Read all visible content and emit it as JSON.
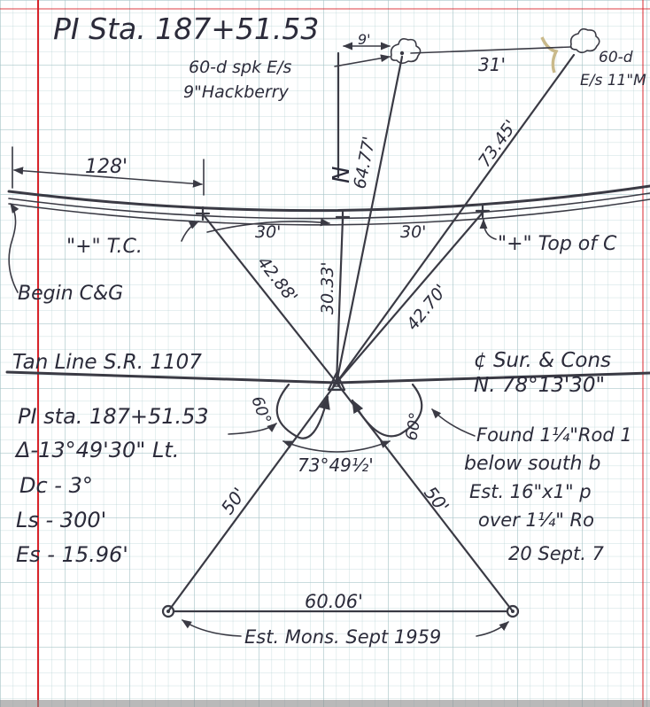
{
  "colors": {
    "paper": "#ffffff",
    "grid": "#b9d3d6",
    "margin_line": "#d8232a",
    "ink": "#3a3a44",
    "tree_root": "#c9b98a"
  },
  "header": {
    "title": "PI  Sta. 187+51.53"
  },
  "top": {
    "spike_label_line1": "60-d spk E/s",
    "spike_label_line2": "9\"Hackberry",
    "dist_9": "9'",
    "dist_31": "31'",
    "right_tree_line1": "60-d",
    "right_tree_line2": "E/s 11\"M",
    "north_letter": "N",
    "dist_64_77": "64.77'",
    "dist_73_45": "73.45'"
  },
  "curb": {
    "dist_128": "128'",
    "tc_label": "\"+\" T.C.",
    "dist_30_left": "30'",
    "dist_30_right": "30'",
    "top_of_curb": "\"+\" Top of C",
    "begin_cg": "Begin C&G",
    "dist_42_88": "42.88'",
    "dist_30_33": "30.33'",
    "dist_42_70": "42.70'"
  },
  "tangent": {
    "left_label": "Tan Line S.R. 1107",
    "right_label_line1": "¢ Sur. & Cons",
    "right_label_line2": "N. 78°13'30\""
  },
  "pi_block": {
    "line1": "PI sta. 187+51.53",
    "line2": "Δ-13°49'30\" Lt.",
    "line3": "Dc - 3°",
    "line4": "Ls - 300'",
    "line5": "Es - 15.96'"
  },
  "angles": {
    "left_60": "60°",
    "right_60": "60°",
    "center": "73°49½'"
  },
  "found_note": {
    "line1": "Found 1¼\"Rod 1",
    "line2": "below south b",
    "line3": "Est. 16\"x1\" p",
    "line4": "over 1¼\" Ro",
    "line5": "20 Sept. 7"
  },
  "mons": {
    "dist_50_left": "50'",
    "dist_50_right": "50'",
    "base_60_06": "60.06'",
    "label": "Est. Mons. Sept 1959"
  }
}
